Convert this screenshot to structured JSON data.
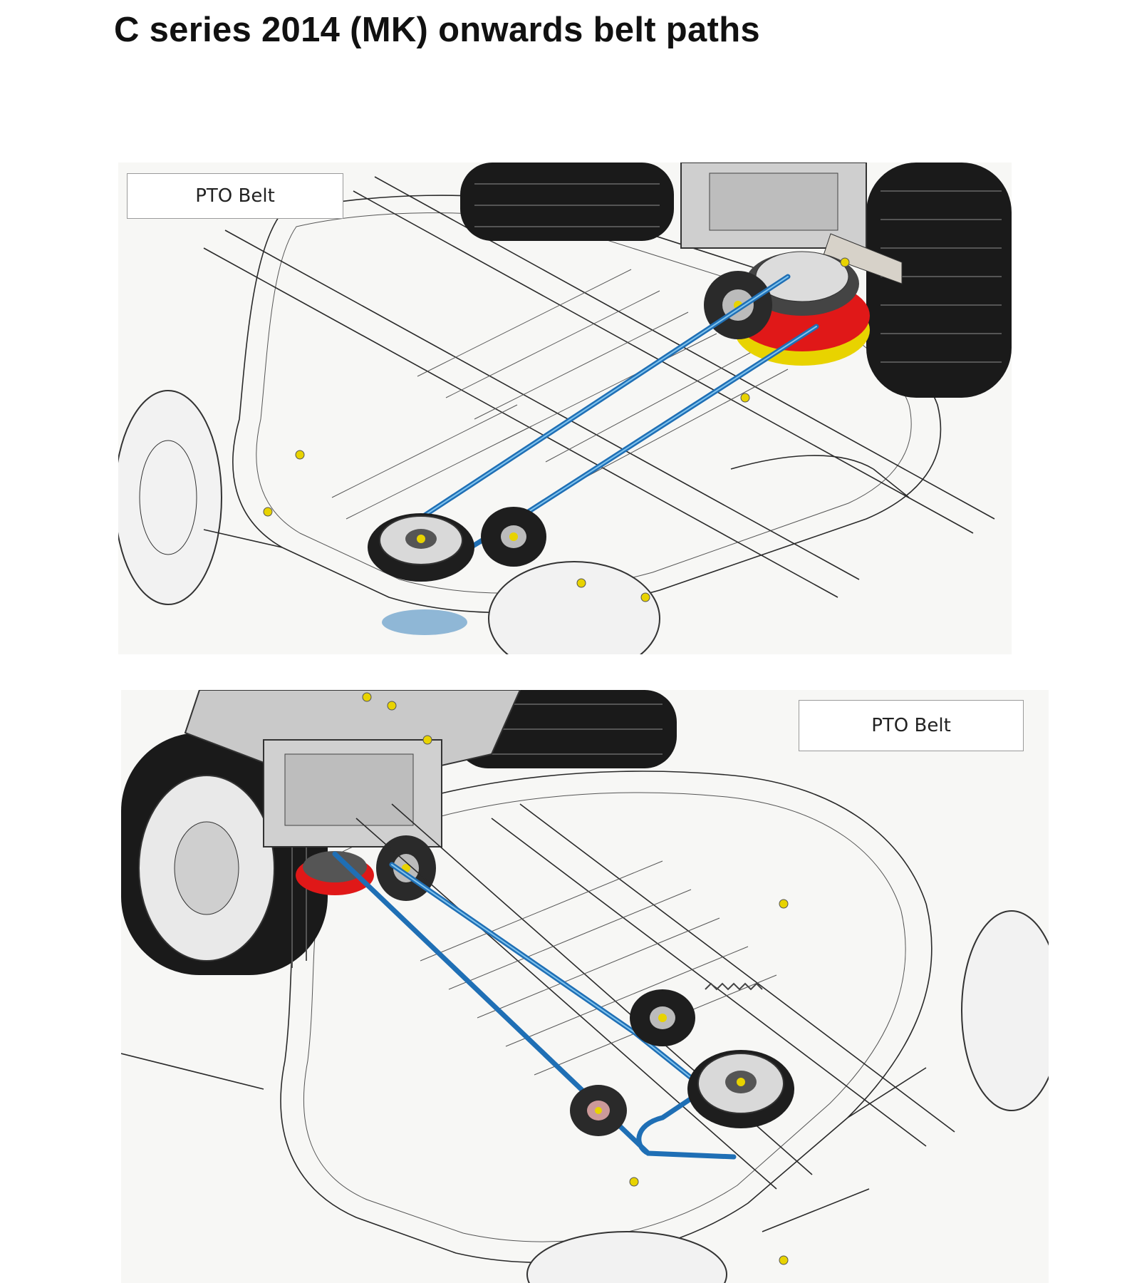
{
  "page": {
    "title": "C series 2014 (MK) onwards belt paths"
  },
  "diagrams": [
    {
      "label": "PTO Belt",
      "belt_color": "#1f6fb5"
    },
    {
      "label": "PTO Belt",
      "belt_color": "#1f6fb5"
    }
  ],
  "colors": {
    "belt": "#1f6fb5",
    "clutch": "#e01818",
    "bolt": "#e8d300"
  }
}
